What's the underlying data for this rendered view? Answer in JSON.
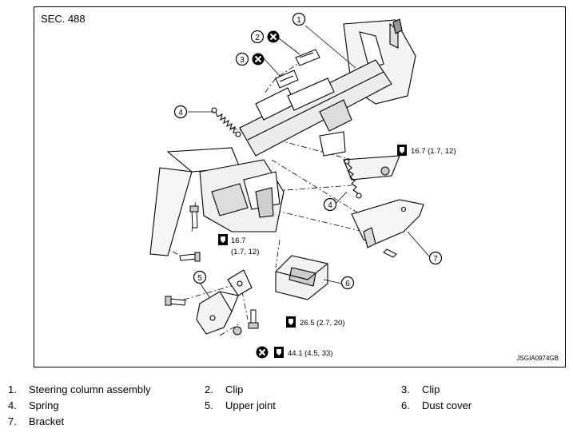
{
  "diagram": {
    "section": "SEC. 488",
    "drawing_code": "JSGIA0974GB",
    "torque_specs": [
      {
        "id": "t1",
        "value": "16.7 (1.7, 12)"
      },
      {
        "id": "t2a",
        "value": "16.7"
      },
      {
        "id": "t2b",
        "value": "(1.7, 12)"
      },
      {
        "id": "t3",
        "value": "26.5 (2.7, 20)"
      },
      {
        "id": "t4",
        "value": "44.1 (4.5, 33)"
      }
    ],
    "callouts": [
      "1",
      "2",
      "3",
      "4",
      "4",
      "5",
      "6",
      "7"
    ]
  },
  "legend": [
    {
      "num": "1.",
      "label": "Steering column assembly"
    },
    {
      "num": "2.",
      "label": "Clip"
    },
    {
      "num": "3.",
      "label": "Clip"
    },
    {
      "num": "4.",
      "label": "Spring"
    },
    {
      "num": "5.",
      "label": "Upper joint"
    },
    {
      "num": "6.",
      "label": "Dust cover"
    },
    {
      "num": "7.",
      "label": "Bracket"
    }
  ]
}
